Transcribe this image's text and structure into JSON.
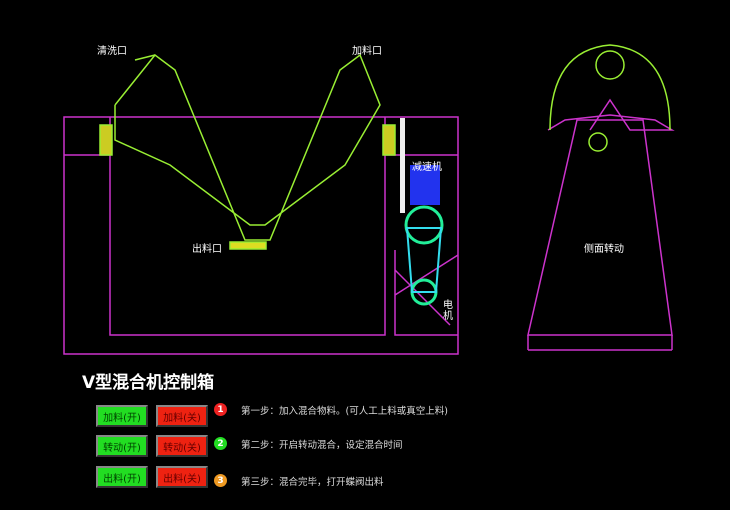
{
  "labels": {
    "wash_port": "清洗口",
    "feed_port": "加料口",
    "discharge_port": "出料口",
    "reducer": "减速机",
    "motor": "电机",
    "side_rotation": "侧面转动"
  },
  "panel": {
    "title": "V型混合机控制箱",
    "buttons": [
      {
        "on": "加料(开)",
        "off": "加料(关)"
      },
      {
        "on": "转动(开)",
        "off": "转动(关)"
      },
      {
        "on": "出料(开)",
        "off": "出料(关)"
      }
    ],
    "steps": [
      {
        "num": "1",
        "text": "第一步：加入混合物料。(可人工上料或真空上料)",
        "color": "#ee2222"
      },
      {
        "num": "2",
        "text": "第二步：开启转动混合，设定混合时间",
        "color": "#22dd22"
      },
      {
        "num": "3",
        "text": "第三步：混合完毕，打开蝶阀出料",
        "color": "#ee9922"
      }
    ]
  }
}
